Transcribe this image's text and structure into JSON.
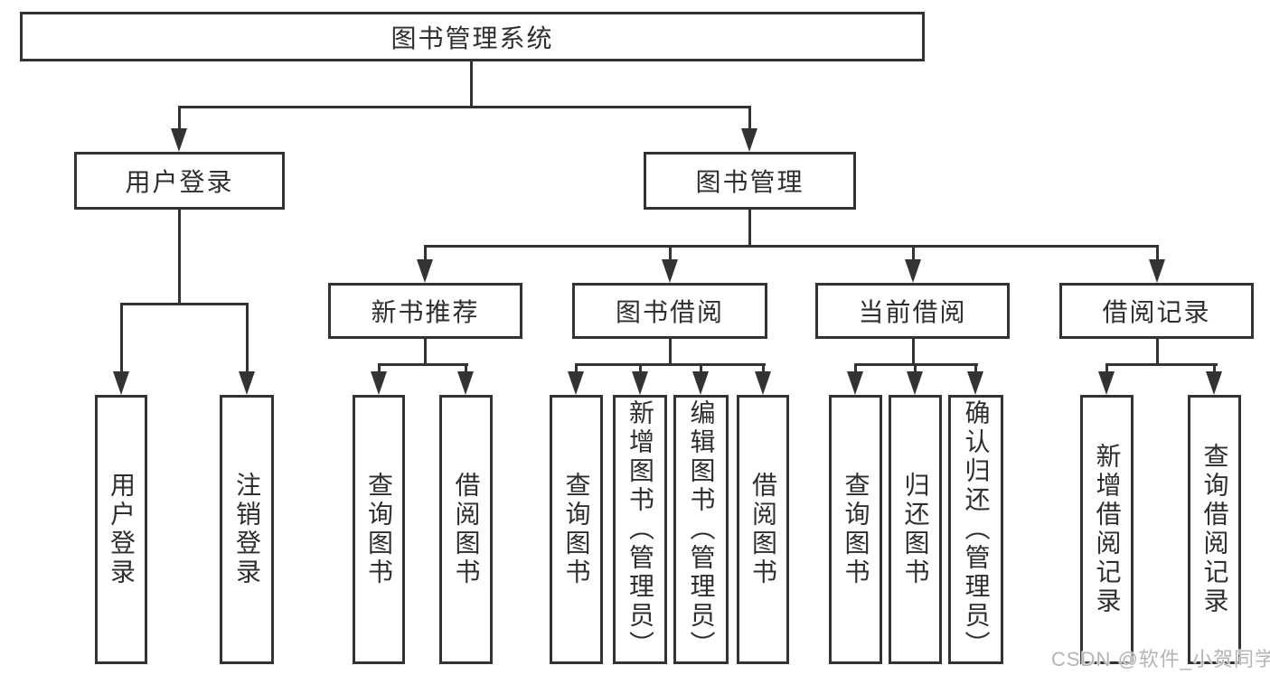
{
  "diagram": {
    "title": "图书管理系统",
    "root": {
      "label": "图书管理系统"
    },
    "level2": [
      {
        "id": "user-login",
        "label": "用户登录"
      },
      {
        "id": "book-management",
        "label": "图书管理"
      }
    ],
    "level3": [
      {
        "id": "new-book-recommend",
        "label": "新书推荐",
        "parent": "图书管理"
      },
      {
        "id": "book-borrowing",
        "label": "图书借阅",
        "parent": "图书管理"
      },
      {
        "id": "current-borrowing",
        "label": "当前借阅",
        "parent": "图书管理"
      },
      {
        "id": "borrowing-records",
        "label": "借阅记录",
        "parent": "图书管理"
      }
    ],
    "leaves": [
      {
        "label": "用户登录",
        "parent": "用户登录"
      },
      {
        "label": "注销登录",
        "parent": "用户登录"
      },
      {
        "label": "查询图书",
        "parent": "新书推荐"
      },
      {
        "label": "借阅图书",
        "parent": "新书推荐"
      },
      {
        "label": "查询图书",
        "parent": "图书借阅"
      },
      {
        "label": "新增图书（管理员）",
        "parent": "图书借阅"
      },
      {
        "label": "编辑图书（管理员）",
        "parent": "图书借阅"
      },
      {
        "label": "借阅图书",
        "parent": "图书借阅"
      },
      {
        "label": "查询图书",
        "parent": "当前借阅"
      },
      {
        "label": "归还图书",
        "parent": "当前借阅"
      },
      {
        "label": "确认归还（管理员）",
        "parent": "当前借阅"
      },
      {
        "label": "新增借阅记录",
        "parent": "借阅记录"
      },
      {
        "label": "查询借阅记录",
        "parent": "借阅记录"
      }
    ]
  },
  "watermark": {
    "text": "CSDN @软件_小贺同学"
  },
  "colors": {
    "line": "#333333",
    "box_background": "#ffffff",
    "watermark_text": "#b5b5b5"
  }
}
